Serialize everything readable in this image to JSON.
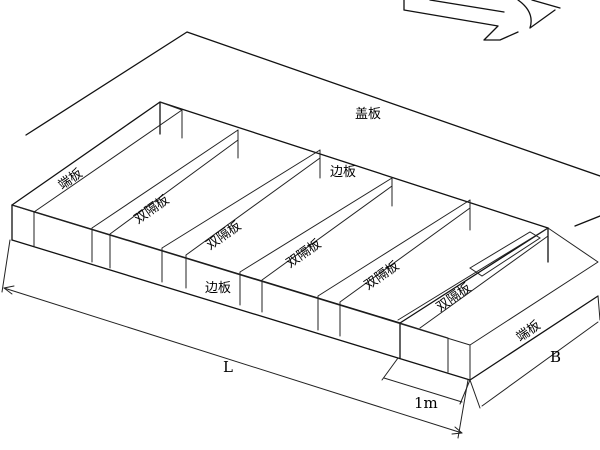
{
  "labels": {
    "cover": "盖板",
    "end_left": "端板",
    "end_right": "端板",
    "side_top": "边板",
    "side_bottom": "边板",
    "partition": "双隔板",
    "dim_length": "L",
    "dim_width": "B",
    "dim_1m": "1m"
  },
  "colors": {
    "line": "#111111",
    "background": "#ffffff"
  }
}
